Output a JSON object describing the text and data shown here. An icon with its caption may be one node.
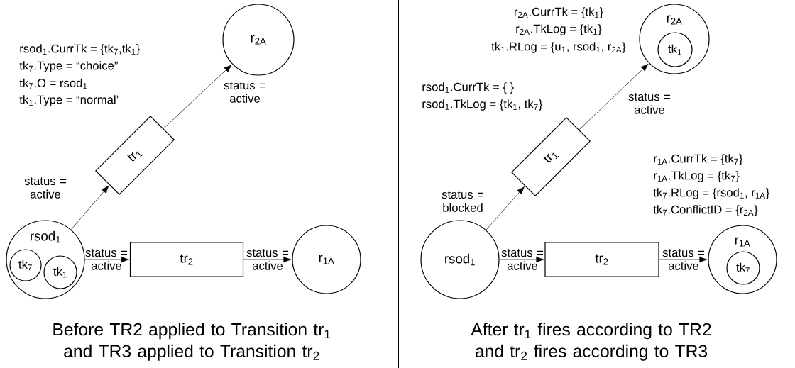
{
  "diagram": {
    "nodes": [
      {
        "text": [
          "r$_{2A}$"
        ]
      },
      {
        "text": [
          "tr$_{1}$"
        ]
      },
      {
        "text": [
          "rsod$_{1}$"
        ]
      },
      {
        "text": [
          "tk$_{7}$"
        ],
        "in": 2
      },
      {
        "text": [
          "tk$_{1}$"
        ],
        "in": 2
      },
      {
        "text": [
          "tr$_{2}$"
        ]
      },
      {
        "text": [
          "r$_{1A}$"
        ]
      },
      {
        "text": [
          "r$_{2A}$"
        ]
      },
      {
        "text": [
          "tk$_{1}$"
        ],
        "in": 7
      },
      {
        "text": [
          "tr$_{1}$"
        ]
      },
      {
        "text": [
          "rsod$_{1}$"
        ]
      },
      {
        "text": [
          "tr$_{2}$"
        ]
      },
      {
        "text": [
          "r$_{1A}$"
        ]
      },
      {
        "text": [
          "tk$_{7}$"
        ],
        "in": 12
      }
    ],
    "edges": [
      {
        "from": 2,
        "to": 1,
        "arrow": "to",
        "label": "status = active"
      },
      {
        "from": 1,
        "to": 0,
        "arrow": "to",
        "label": "status = active"
      },
      {
        "from": 2,
        "to": 5,
        "arrow": "to",
        "label": "status = active"
      },
      {
        "from": 5,
        "to": 6,
        "arrow": "to",
        "label": "status = active"
      },
      {
        "from": 10,
        "to": 9,
        "arrow": "to",
        "label": "status = blocked"
      },
      {
        "from": 9,
        "to": 7,
        "arrow": "to",
        "label": "status = active"
      },
      {
        "from": 10,
        "to": 11,
        "arrow": "to",
        "label": "status = active"
      },
      {
        "from": 11,
        "to": 12,
        "arrow": "to",
        "label": "status = active"
      }
    ],
    "labels": [
      "rsod$_{1}$.CurrTk = {tk$_{7}$,tk$_{1}$}",
      "tk$_{7}$.Type = “choice”",
      "tk$_{7}$.O = rsod$_{1}$",
      "tk$_{1}$.Type = “normal’",
      "r$_{2A}$.CurrTk = {tk$_{1}$}",
      "r$_{2A}$.TkLog = {tk$_{1}$}",
      "tk$_{1}$.RLog = {u$_{1}$, rsod$_{1}$, r$_{2A}$}",
      "rsod$_{1}$.CurrTk = { }",
      "rsod$_{1}$.TkLog = {tk$_{1}$, tk$_{7}$}",
      "r$_{1A}$.CurrTk = {tk$_{7}$}",
      "r$_{1A}$.TkLog = {tk$_{7}$}",
      "tk$_{7}$.RLog = {rsod$_{1}$, r$_{1A}$}",
      "tk$_{7}$.ConflictID = {r$_{2A}$}",
      "Before TR2 applied to Transition tr$_{1}$ and TR3 applied to Transition tr$_{2}$",
      "After tr$_{1}$ fires according to TR2 and tr$_{2}$ fires according to TR3"
    ]
  }
}
